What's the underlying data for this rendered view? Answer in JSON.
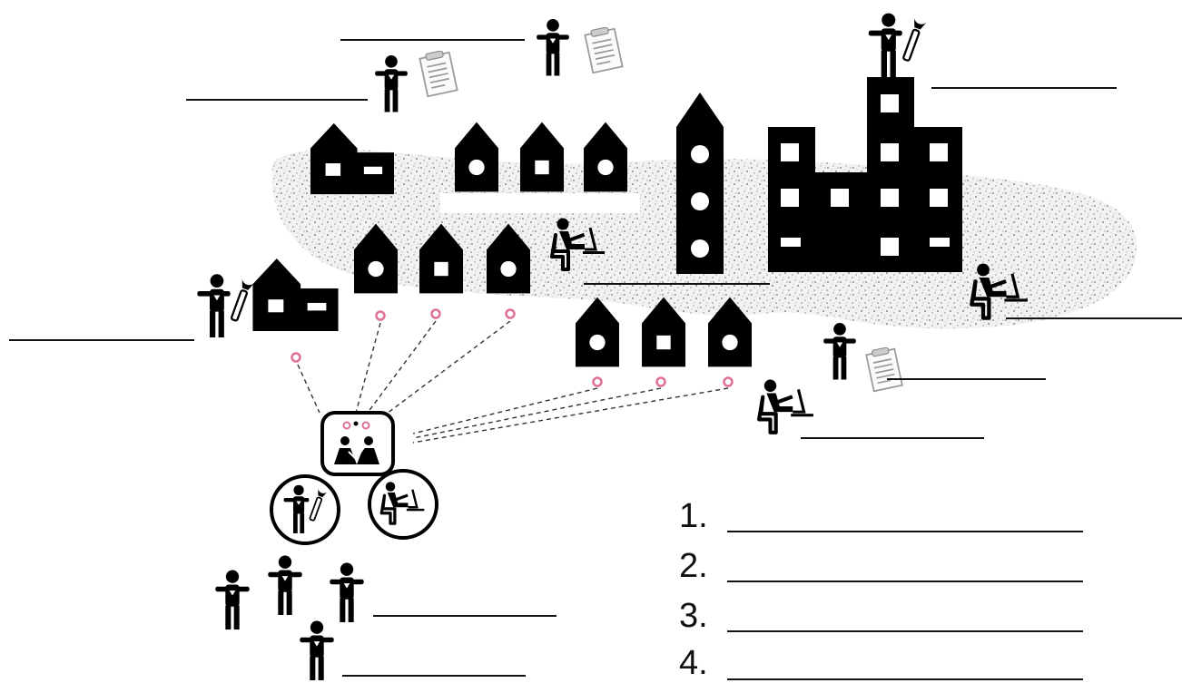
{
  "diagram": {
    "colors": {
      "ink": "#000000",
      "pink": "#e0709a",
      "speckle": "#9a9a9a",
      "paper": "#ffffff"
    },
    "icons": [
      "person-icon",
      "worker-icon",
      "desk-worker-icon",
      "document-icon",
      "house-icon",
      "tower-icon",
      "office-building-icon",
      "hub-icon"
    ]
  },
  "numbered_list": [
    {
      "label": "1."
    },
    {
      "label": "2."
    },
    {
      "label": "3."
    },
    {
      "label": "4."
    }
  ]
}
